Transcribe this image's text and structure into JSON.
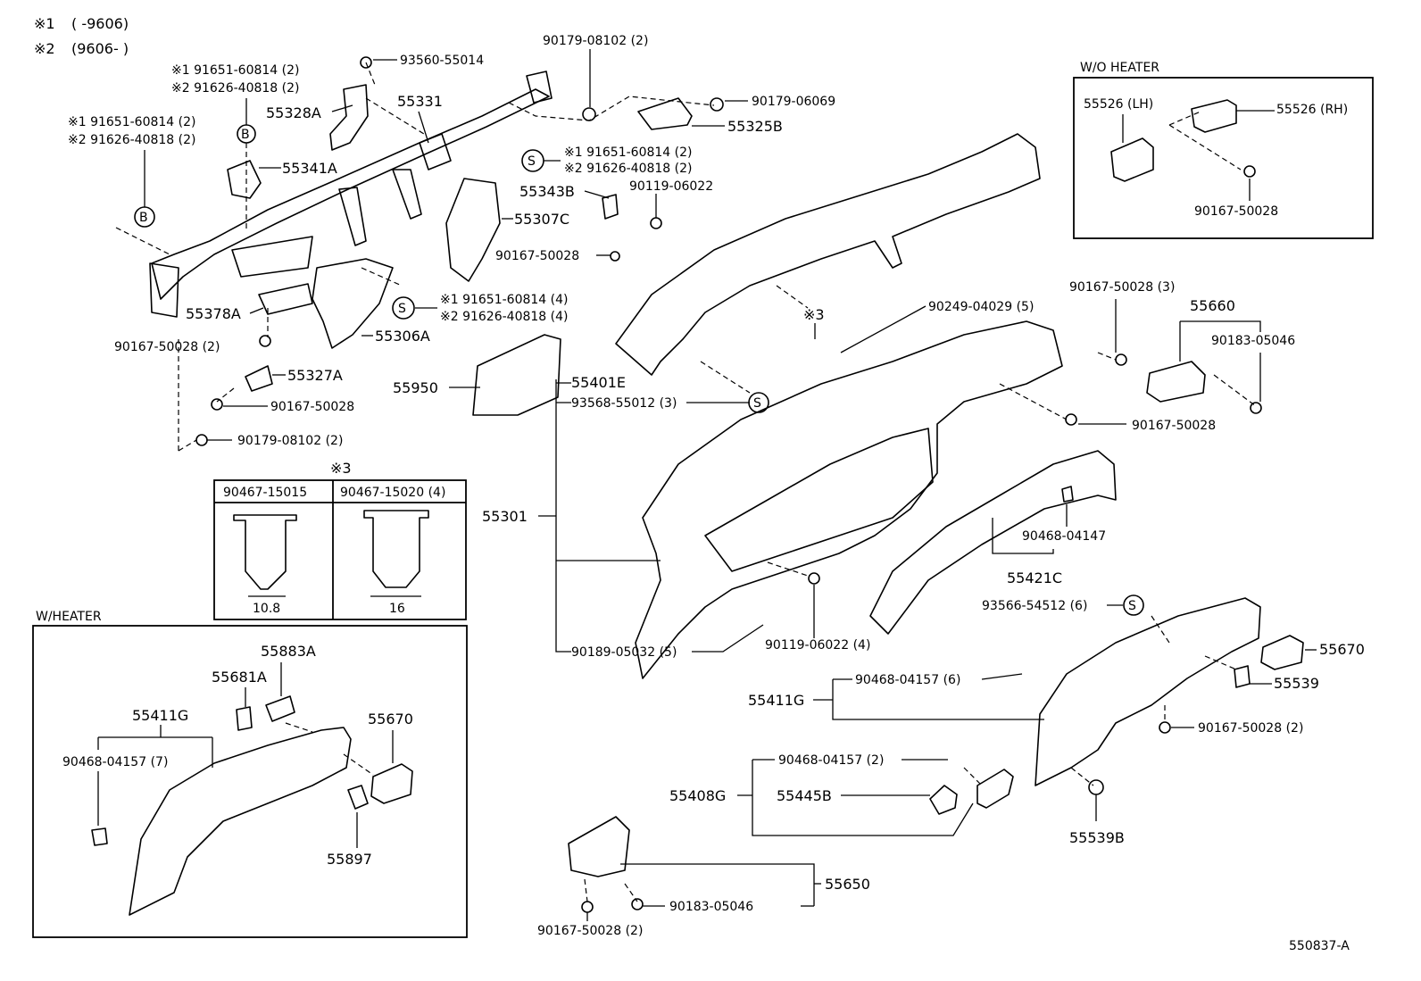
{
  "notes": {
    "note1_mark": "※1",
    "note1_range": "(      -9606)",
    "note2_mark": "※2",
    "note2_range": "(9606-      )"
  },
  "labels": {
    "p93560_55014": "93560-55014",
    "p90179_08102_2_top": "90179-08102 (2)",
    "p90179_06069": "90179-06069",
    "p55325B": "55325B",
    "p55328A": "55328A",
    "p55331": "55331",
    "alt_a1": "※1 91651-60814 (2)",
    "alt_a2": "※2 91626-40818 (2)",
    "alt_b1": "※1 91651-60814 (2)",
    "alt_b2": "※2 91626-40818 (2)",
    "alt_c1": "※1 91651-60814 (2)",
    "alt_c2": "※2 91626-40818 (2)",
    "alt_d1": "※1 91651-60814 (4)",
    "alt_d2": "※2 91626-40818 (4)",
    "p55341A": "55341A",
    "p55343B": "55343B",
    "p90119_06022": "90119-06022",
    "p55307C": "55307C",
    "p90167_50028_a": "90167-50028",
    "p55378A": "55378A",
    "p55306A": "55306A",
    "p90167_50028_2_a": "90167-50028 (2)",
    "p55327A": "55327A",
    "p90167_50028_b": "90167-50028",
    "p90179_08102_2_b": "90179-08102 (2)",
    "p55950": "55950",
    "p55401E": "55401E",
    "p93568_55012_3": "93568-55012 (3)",
    "p55301": "55301",
    "p90189_05032_5": "90189-05032 (5)",
    "p90119_06022_4": "90119-06022 (4)",
    "p90249_04029_5": "90249-04029 (5)",
    "mark3": "※3",
    "p90167_50028_3": "90167-50028 (3)",
    "p55660": "55660",
    "p90183_05046_a": "90183-05046",
    "p90167_50028_c": "90167-50028",
    "p90468_04147": "90468-04147",
    "p55421C": "55421C",
    "p93566_54512_6": "93566-54512 (6)",
    "p55670_a": "55670",
    "p55539": "55539",
    "p55411G_a": "55411G",
    "p90468_04157_6": "90468-04157 (6)",
    "p90167_50028_2_b": "90167-50028 (2)",
    "p90468_04157_2": "90468-04157 (2)",
    "p55408G": "55408G",
    "p55445B": "55445B",
    "p55539B": "55539B",
    "p55650": "55650",
    "p90183_05046_b": "90183-05046",
    "p90167_50028_2_c": "90167-50028 (2)",
    "diagram_id": "550837-A",
    "circle_B": "B",
    "circle_S": "S"
  },
  "wo_heater": {
    "title": "W/O HEATER",
    "p55526_lh": "55526 (LH)",
    "p55526_rh": "55526 (RH)",
    "p90167_50028": "90167-50028"
  },
  "clip_table": {
    "title": "※3",
    "col1_part": "90467-15015",
    "col2_part": "90467-15020 (4)",
    "col1_dim": "10.8",
    "col2_dim": "16"
  },
  "w_heater": {
    "title": "W/HEATER",
    "p55883A": "55883A",
    "p55681A": "55681A",
    "p55411G": "55411G",
    "p55670": "55670",
    "p90468_04157_7": "90468-04157 (7)",
    "p55897": "55897"
  }
}
